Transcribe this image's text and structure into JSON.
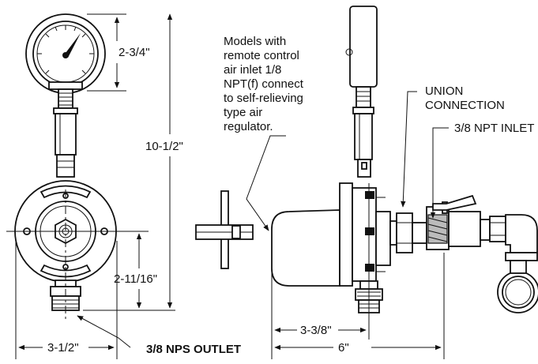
{
  "labels": {
    "gauge_height": "2-3/4\"",
    "overall_height": "10-1/2\"",
    "center_to_outlet": "2-11/16\"",
    "body_width": "3-1/2\"",
    "outlet": "3/8 NPS OUTLET",
    "remote_note": [
      "Models with",
      "remote control",
      "air inlet 1/8",
      "NPT(f) connect",
      "to self-relieving",
      "type air",
      "regulator."
    ],
    "union": [
      "UNION",
      "CONNECTION"
    ],
    "inlet": "3/8 NPT INLET",
    "side_depth": "3-3/8\"",
    "overall_length": "6\""
  }
}
